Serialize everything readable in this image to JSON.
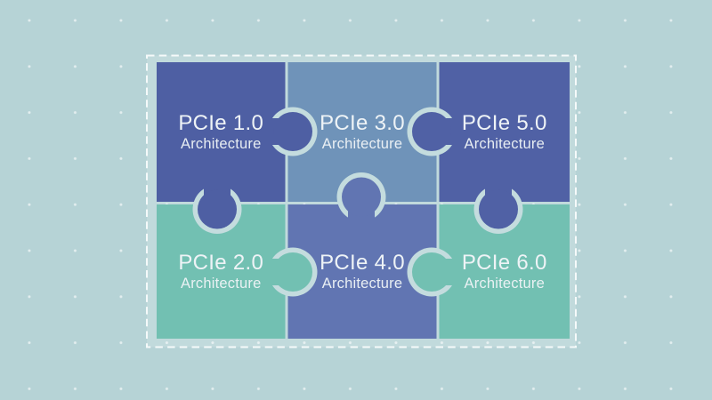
{
  "slide": {
    "background_color": "#b6d3d6",
    "dot_color": "#ffffff",
    "panel_color": "#c4dcde",
    "frame_border_color": "#ffffff",
    "text_color": "#eef3f6"
  },
  "pieces": [
    {
      "id": "pcie-1-0",
      "title": "PCIe 1.0",
      "subtitle": "Architecture",
      "color": "#4e5fa3"
    },
    {
      "id": "pcie-3-0",
      "title": "PCIe 3.0",
      "subtitle": "Architecture",
      "color": "#6f93b9"
    },
    {
      "id": "pcie-5-0",
      "title": "PCIe 5.0",
      "subtitle": "Architecture",
      "color": "#5061a5"
    },
    {
      "id": "pcie-2-0",
      "title": "PCIe 2.0",
      "subtitle": "Architecture",
      "color": "#72c0b2"
    },
    {
      "id": "pcie-4-0",
      "title": "PCIe 4.0",
      "subtitle": "Architecture",
      "color": "#6175b2"
    },
    {
      "id": "pcie-6-0",
      "title": "PCIe 6.0",
      "subtitle": "Architecture",
      "color": "#72c0b2"
    }
  ]
}
